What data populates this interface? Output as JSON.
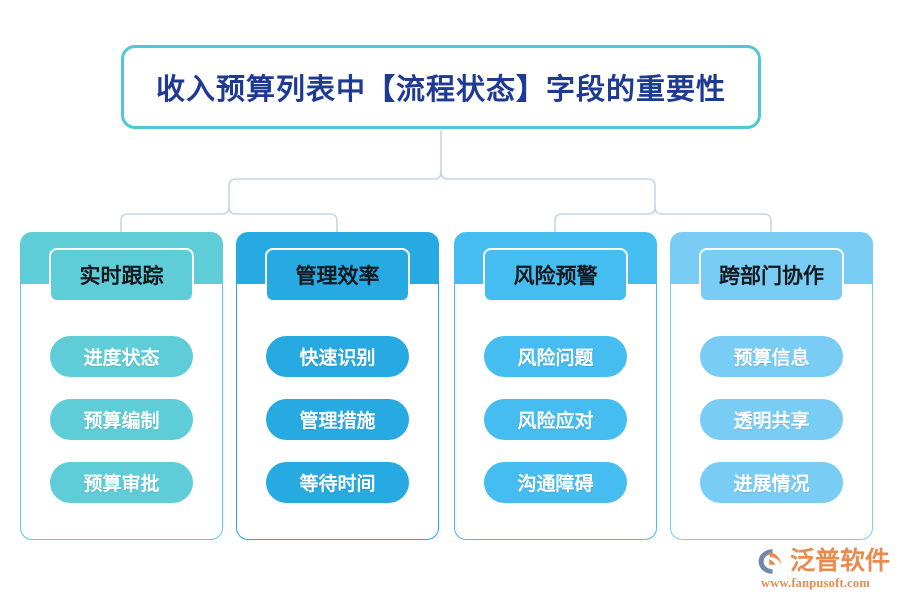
{
  "diagram": {
    "title": "收入预算列表中【流程状态】字段的重要性",
    "columns": [
      {
        "header": "实时跟踪",
        "accent": "#5FCDD8",
        "items": [
          "进度状态",
          "预算编制",
          "预算审批"
        ]
      },
      {
        "header": "管理效率",
        "accent": "#27AAE1",
        "items": [
          "快速识别",
          "管理措施",
          "等待时间"
        ]
      },
      {
        "header": "风险预警",
        "accent": "#45BDF0",
        "items": [
          "风险问题",
          "风险应对",
          "沟通障碍"
        ]
      },
      {
        "header": "跨部门协作",
        "accent": "#79CDF5",
        "items": [
          "预算信息",
          "透明共享",
          "进展情况"
        ]
      }
    ],
    "title_border_color": "#4FC8D4",
    "title_text_color": "#1F3A93",
    "connector_color": "#C5D5E8"
  },
  "watermark": {
    "brand": "泛普软件",
    "url": "www.fanpusoft.com",
    "brand_color": "#E98A4E",
    "mark_color": "#6E8AA8"
  }
}
